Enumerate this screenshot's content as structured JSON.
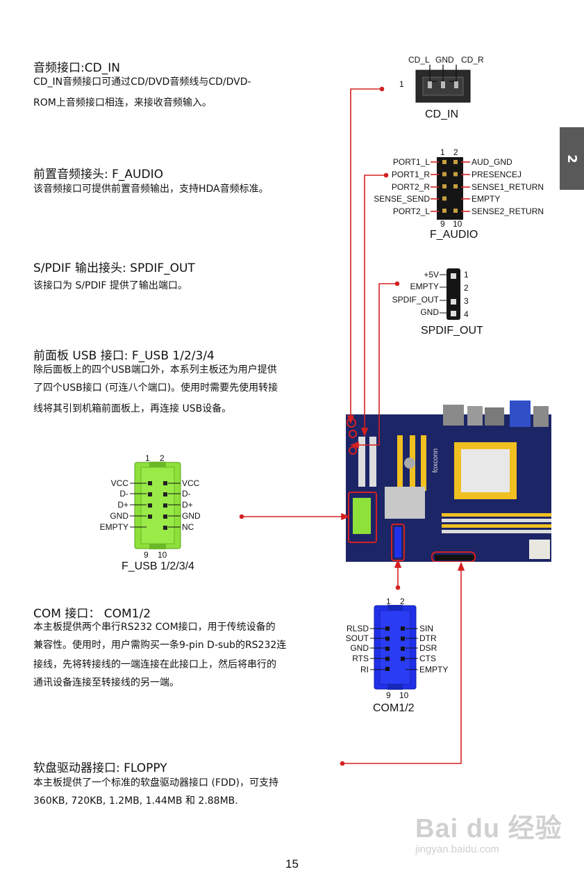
{
  "side_tab": "2",
  "sections": {
    "cd_in": {
      "title": "音频接口:CD_IN",
      "lines": [
        "CD_IN音频接口可通过CD/DVD音频线与CD/DVD-",
        "ROM上音频接口相连，来接收音频输入。"
      ]
    },
    "f_audio": {
      "title": "前置音频接头: F_AUDIO",
      "lines": [
        "该音频接口可提供前置音频输出，支持HDA音频标准。"
      ]
    },
    "spdif": {
      "title": "S/PDIF 输出接头: SPDIF_OUT",
      "lines": [
        "该接口为 S/PDIF 提供了输出端口。"
      ]
    },
    "f_usb": {
      "title": "前面板 USB 接口: F_USB 1/2/3/4",
      "lines": [
        "除后面板上的四个USB端口外，本系列主板还为用户提供",
        "了四个USB接口 (可连八个端口)。使用时需要先使用转接",
        "线将其引到机箱前面板上，再连接 USB设备。"
      ]
    },
    "com": {
      "title": "COM 接口：  COM1/2",
      "lines": [
        "本主板提供两个串行RS232 COM接口，用于传统设备的",
        "兼容性。使用时，用户需购买一条9-pin D-sub的RS232连",
        "接线，先将转接线的一端连接在此接口上，然后将串行的",
        "通讯设备连接至转接线的另一端。"
      ]
    },
    "floppy": {
      "title": "软盘驱动器接口: FLOPPY",
      "lines": [
        "本主板提供了一个标准的软盘驱动器接口 (FDD)，可支持",
        "360KB,  720KB,  1.2MB, 1.44MB 和 2.88MB."
      ]
    }
  },
  "diagrams": {
    "cd_in": {
      "pins": [
        "CD_L",
        "GND",
        "CD_R"
      ],
      "pin1": "1",
      "caption": "CD_IN"
    },
    "f_audio": {
      "top_nums": [
        "1",
        "2"
      ],
      "bottom_nums": [
        "9",
        "10"
      ],
      "left": [
        "PORT1_L",
        "PORT1_R",
        "PORT2_R",
        "SENSE_SEND",
        "PORT2_L"
      ],
      "right": [
        "AUD_GND",
        "PRESENCEJ",
        "SENSE1_RETURN",
        "EMPTY",
        "SENSE2_RETURN"
      ],
      "caption": "F_AUDIO"
    },
    "spdif": {
      "left": [
        "+5V",
        "EMPTY",
        "SPDIF_OUT",
        "GND"
      ],
      "nums": [
        "1",
        "2",
        "3",
        "4"
      ],
      "caption": "SPDIF_OUT"
    },
    "f_usb": {
      "top_nums": [
        "1",
        "2"
      ],
      "bottom_nums": [
        "9",
        "10"
      ],
      "left": [
        "VCC",
        "D-",
        "D+",
        "GND",
        "EMPTY"
      ],
      "right": [
        "VCC",
        "D-",
        "D+",
        "GND",
        "NC"
      ],
      "caption": "F_USB 1/2/3/4"
    },
    "com": {
      "top_nums": [
        "1",
        "2"
      ],
      "bottom_nums": [
        "9",
        "10"
      ],
      "left": [
        "RLSD",
        "SOUT",
        "GND",
        "RTS",
        "RI"
      ],
      "right": [
        "SIN",
        "DTR",
        "DSR",
        "CTS",
        "EMPTY"
      ],
      "caption": "COM1/2"
    }
  },
  "board_brand": "foxconn",
  "colors": {
    "usb_header": "#8ee03a",
    "com_header": "#2030e8",
    "callout": "#d42020",
    "board": "#1c2566",
    "slot_yellow": "#f0c020"
  },
  "page_number": "15",
  "watermark": {
    "logo": "Bai du 经验",
    "url": "jingyan.baidu.com"
  }
}
